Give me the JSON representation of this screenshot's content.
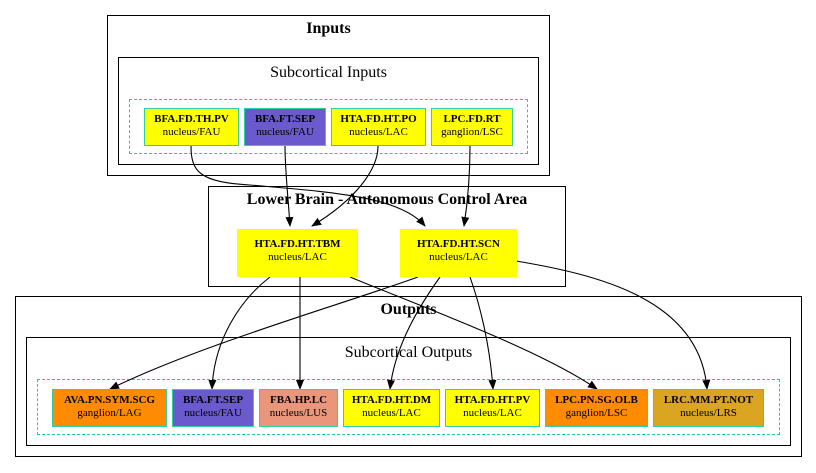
{
  "clusters": {
    "inputs_title": "Inputs",
    "subcortical_inputs_title": "Subcortical Inputs",
    "lower_brain_title": "Lower Brain - Autonomous Control Area",
    "outputs_title": "Outputs",
    "subcortical_outputs_title": "Subcortical Outputs"
  },
  "colors": {
    "yellow": "#ffff00",
    "slateblue": "#6a5acd",
    "orange": "#ff8c00",
    "darksalmon": "#e9967a",
    "goldenrod": "#daa520",
    "border": "#2fd0a6"
  },
  "inputs": [
    {
      "label": "BFA.FD.TH.PV",
      "sub": "nucleus/FAU",
      "color": "#ffff00"
    },
    {
      "label": "BFA.FT.SEP",
      "sub": "nucleus/FAU",
      "color": "#6a5acd"
    },
    {
      "label": "HTA.FD.HT.PO",
      "sub": "nucleus/LAC",
      "color": "#ffff00"
    },
    {
      "label": "LPC.FD.RT",
      "sub": "ganglion/LSC",
      "color": "#ffff00"
    }
  ],
  "centers": [
    {
      "label": "HTA.FD.HT.TBM",
      "sub": "nucleus/LAC",
      "color": "#ffff00"
    },
    {
      "label": "HTA.FD.HT.SCN",
      "sub": "nucleus/LAC",
      "color": "#ffff00"
    }
  ],
  "outputs": [
    {
      "label": "AVA.PN.SYM.SCG",
      "sub": "ganglion/LAG",
      "color": "#ff8c00"
    },
    {
      "label": "BFA.FT.SEP",
      "sub": "nucleus/FAU",
      "color": "#6a5acd"
    },
    {
      "label": "FBA.HP.LC",
      "sub": "nucleus/LUS",
      "color": "#e9967a"
    },
    {
      "label": "HTA.FD.HT.DM",
      "sub": "nucleus/LAC",
      "color": "#ffff00"
    },
    {
      "label": "HTA.FD.HT.PV",
      "sub": "nucleus/LAC",
      "color": "#ffff00"
    },
    {
      "label": "LPC.PN.SG.OLB",
      "sub": "ganglion/LSC",
      "color": "#ff8c00"
    },
    {
      "label": "LRC.MM.PT.NOT",
      "sub": "nucleus/LRS",
      "color": "#daa520"
    }
  ]
}
